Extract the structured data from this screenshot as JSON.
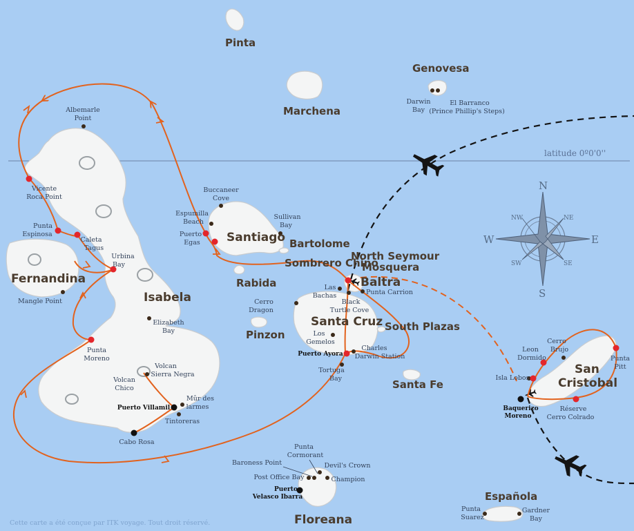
{
  "latitude_label": "latitude 0º0'0''",
  "credit": "Cette carte a été conçue par ITK voyage. Tout droit réservé.",
  "compass": {
    "N": "N",
    "S": "S",
    "E": "E",
    "W": "W",
    "NE": "NE",
    "NW": "NW",
    "SE": "SE",
    "SW": "SW"
  },
  "islands": {
    "pinta": "Pinta",
    "marchena": "Marchena",
    "genovesa": "Genovesa",
    "fernandina": "Fernandina",
    "isabela": "Isabela",
    "santiago": "Santiago",
    "bartolome": "Bartolome",
    "rabida": "Rabida",
    "sombrero": "Sombrero Chino",
    "north_seymour": "North Seymour",
    "mosquera": "Mosquera",
    "baltra": "Baltra",
    "santa_cruz": "Santa Cruz",
    "south_plazas": "South Plazas",
    "santa_fe": "Santa Fe",
    "pinzon": "Pinzon",
    "san": "San",
    "cristobal": "Cristobal",
    "espanola": "Española",
    "floreana": "Floreana"
  },
  "sites": {
    "darwin_bay_1": "Darwin",
    "darwin_bay_2": "Bay",
    "el_barranco_1": "El Barranco",
    "el_barranco_2": "(Prince Phillip's Steps)",
    "albemarle_1": "Albemarle",
    "albemarle_2": "Point",
    "vicente_1": "Vicente",
    "vicente_2": "Roca Point",
    "punta_espinosa_1": "Punta",
    "punta_espinosa_2": "Espinosa",
    "caleta_1": "Caleta",
    "caleta_2": "Tagus",
    "urbina_1": "Urbina",
    "urbina_2": "Bay",
    "mangle": "Mangle Point",
    "elizabeth_1": "Elizabeth",
    "elizabeth_2": "Bay",
    "punta_moreno_1": "Punta",
    "punta_moreno_2": "Moreno",
    "volcan_chico_1": "Volcan",
    "volcan_chico_2": "Chico",
    "volcan_sierra_1": "Volcan",
    "volcan_sierra_2": "Sierra Negra",
    "puerto_villamil": "Puerto Villamil",
    "mur_1": "Mûr des",
    "mur_2": "larmes",
    "tintoreras": "Tintoreras",
    "cabo_rosa": "Cabo Rosa",
    "buccaneer_1": "Buccaneer",
    "buccaneer_2": "Cove",
    "espumilla_1": "Espumilla",
    "espumilla_2": "Beach",
    "puerto_egas_1": "Puerto",
    "puerto_egas_2": "Egas",
    "sullivan_1": "Sullivan",
    "sullivan_2": "Bay",
    "las_bachas_1": "Las",
    "las_bachas_2": "Bachas",
    "punta_carrion": "Punta Carrion",
    "black_turtle_1": "Black",
    "black_turtle_2": "Turtle Cove",
    "cerro_dragon_1": "Cerro",
    "cerro_dragon_2": "Dragon",
    "los_gemelos_1": "Los",
    "los_gemelos_2": "Gemelos",
    "puerto_ayora": "Puerto Ayora",
    "charles_1": "Charles",
    "charles_2": "Darwin Station",
    "tortuga_1": "Tortuga",
    "tortuga_2": "Bay",
    "cormorant_1": "Punta",
    "cormorant_2": "Cormorant",
    "baroness": "Baroness Point",
    "devils_crown": "Devil's Crown",
    "post_office": "Post Office Bay",
    "champion": "Champion",
    "velasco_1": "Puerto",
    "velasco_2": "Velasco Ibarra",
    "leon_dormido_1": "Leon",
    "leon_dormido_2": "Dormido",
    "cerro_brujo_1": "Cerro",
    "cerro_brujo_2": "Brujo",
    "isla_lobos": "Isla Lobos",
    "punta_pitt_1": "Punta",
    "punta_pitt_2": "Pitt",
    "baquerizo_1": "Baquerizo",
    "baquerizo_2": "Moreno",
    "reserve_1": "Réserve",
    "reserve_2": "Cerro Colrado",
    "punta_suarez_1": "Punta",
    "punta_suarez_2": "Suarez",
    "gardner_1": "Gardner",
    "gardner_2": "Bay"
  },
  "colors": {
    "sea": "#a9cdf3",
    "land": "#f4f5f5",
    "route": "#e2621d",
    "stop": "#e3262b",
    "site": "#3b2a1a",
    "label": "#4a3c2e"
  },
  "icons": [
    "airplane-icon",
    "compass-rose-icon",
    "route-arrow-icon"
  ]
}
